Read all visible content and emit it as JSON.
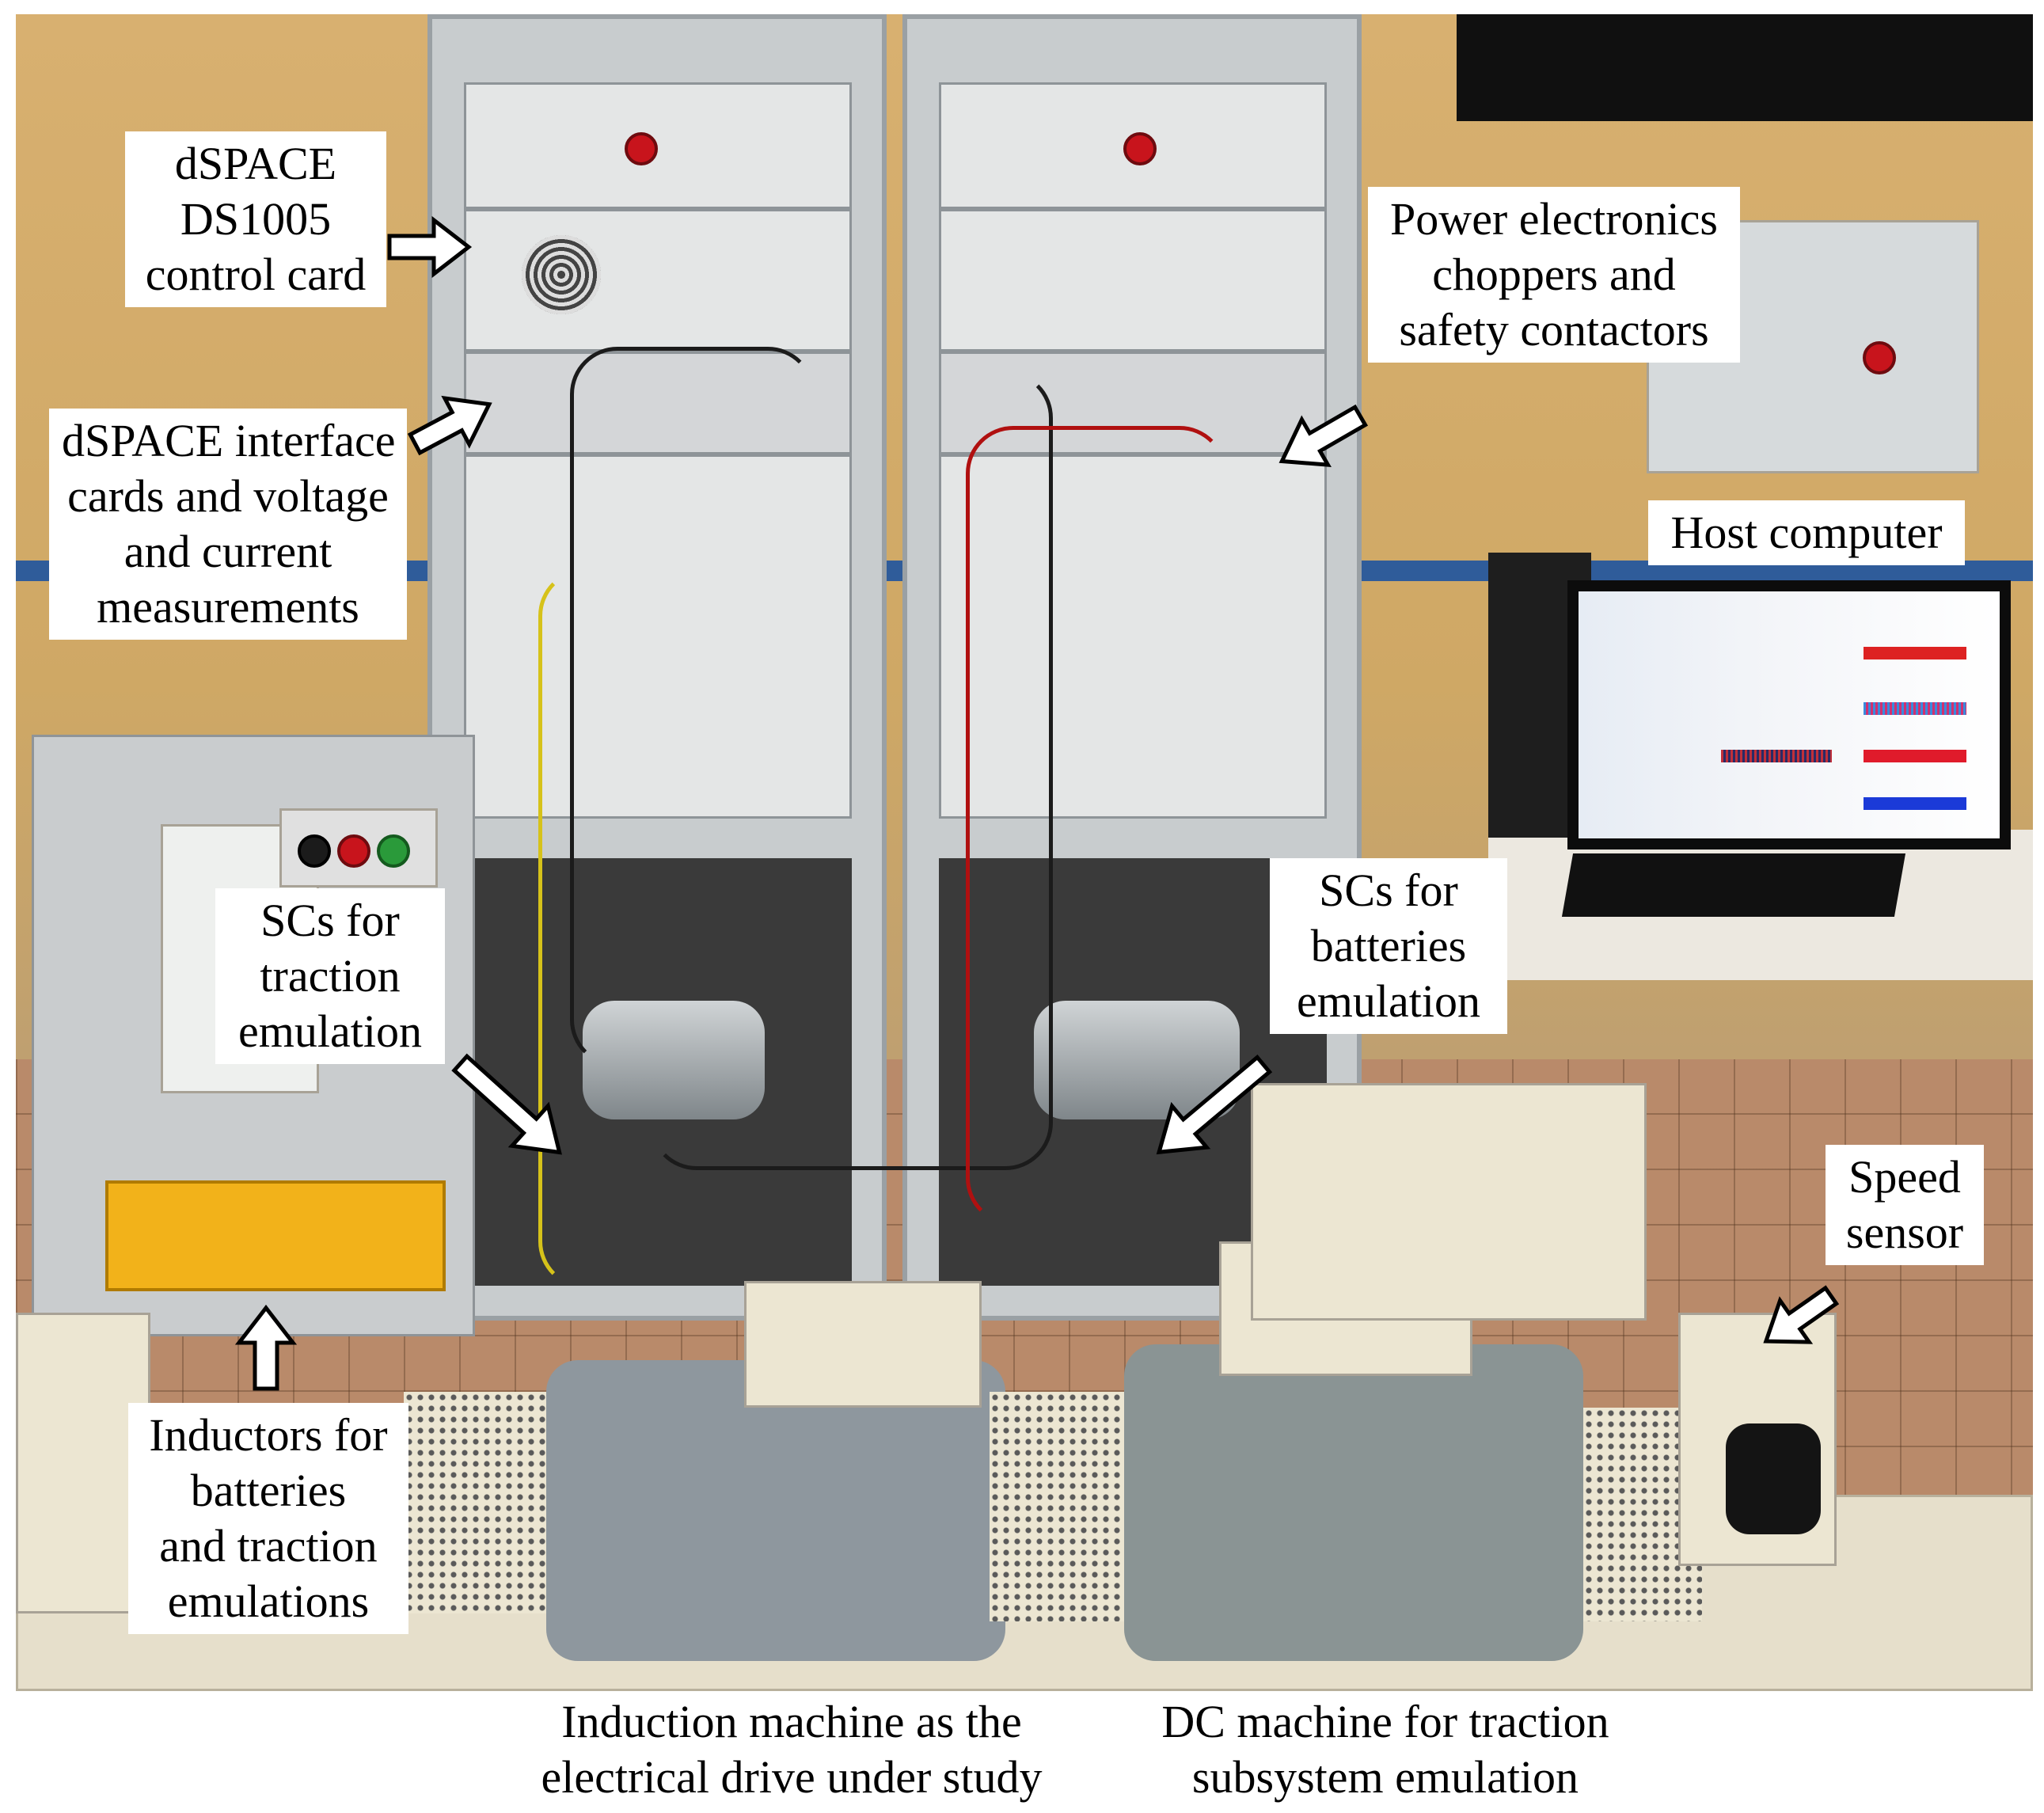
{
  "callouts": {
    "dspace_card": [
      "dSPACE",
      "DS1005",
      "control card"
    ],
    "dspace_interface": [
      "dSPACE interface",
      "cards and voltage",
      "and current",
      "measurements"
    ],
    "power_electronics": [
      "Power electronics",
      "choppers and",
      "safety contactors"
    ],
    "host_computer": [
      "Host computer"
    ],
    "scs_traction": [
      "SCs for",
      "traction",
      "emulation"
    ],
    "scs_batteries": [
      "SCs for",
      "batteries",
      "emulation"
    ],
    "speed_sensor": [
      "Speed",
      "sensor"
    ],
    "inductors": [
      "Inductors for",
      "batteries",
      "and traction",
      "emulations"
    ]
  },
  "captions": {
    "induction_machine": [
      "Induction machine as the",
      "electrical drive under study"
    ],
    "dc_machine": [
      "DC machine for traction",
      "subsystem emulation"
    ]
  },
  "colors": {
    "callout_bg": "#ffffff",
    "text": "#000000",
    "arrow_fill": "#ffffff",
    "arrow_stroke": "#000000"
  }
}
